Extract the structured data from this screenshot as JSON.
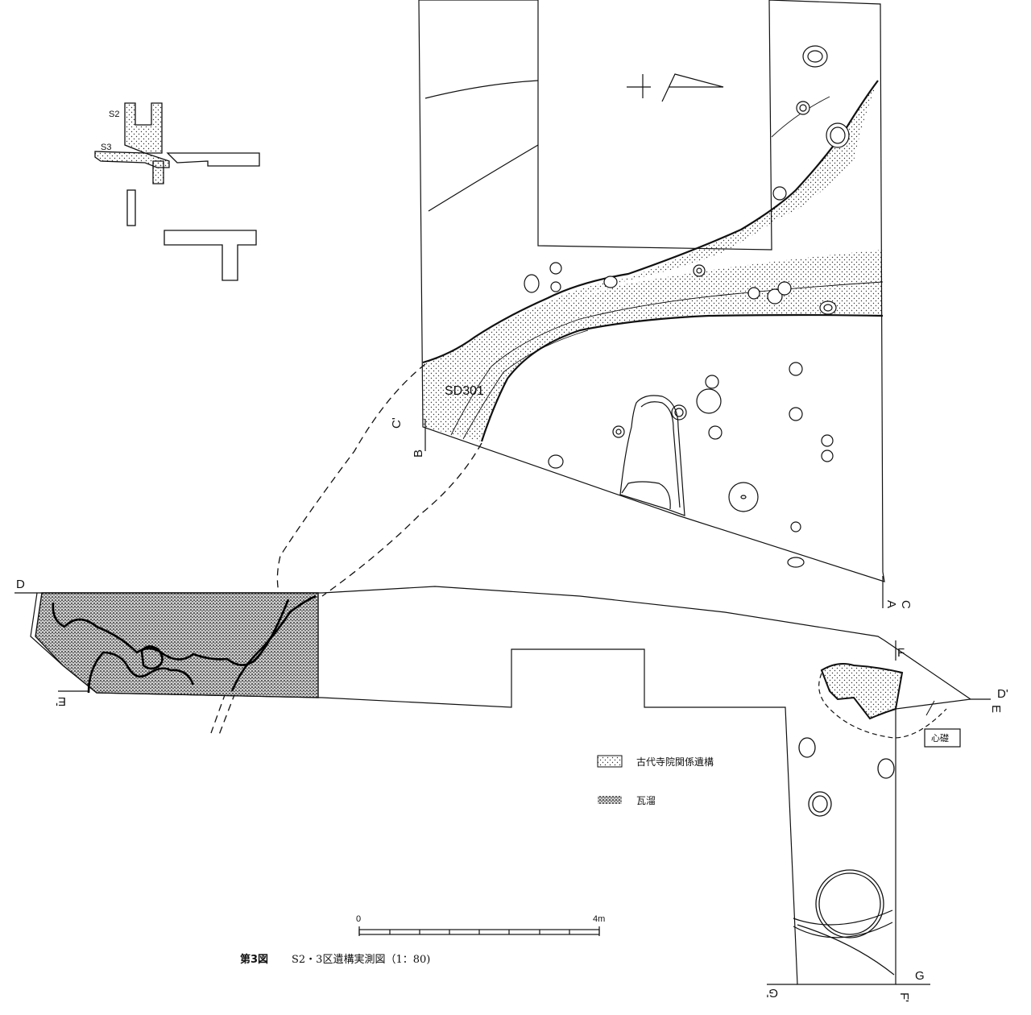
{
  "key_map": {
    "labels": [
      "S2",
      "S3"
    ]
  },
  "feature": {
    "ditch_label": "SD301"
  },
  "section_labels": {
    "D": "D",
    "D_prime": "D'",
    "E": "E",
    "E_prime": "E'",
    "A": "A",
    "B": "B",
    "C": "C",
    "C_prime": "C'",
    "F": "F",
    "F_prime": "F'",
    "G": "G",
    "G_prime": "G'"
  },
  "stone_label": "心礎",
  "legend": {
    "items": [
      {
        "symbol": "dotted-hatch",
        "label": "古代寺院関係遺構"
      },
      {
        "symbol": "dense-hatch",
        "label": "瓦溜"
      }
    ]
  },
  "scale_bar": {
    "start_label": "0",
    "end_label": "4m"
  },
  "caption": {
    "figure_number": "第3図",
    "title": "S2・3区遺構実測図（1：80)"
  }
}
